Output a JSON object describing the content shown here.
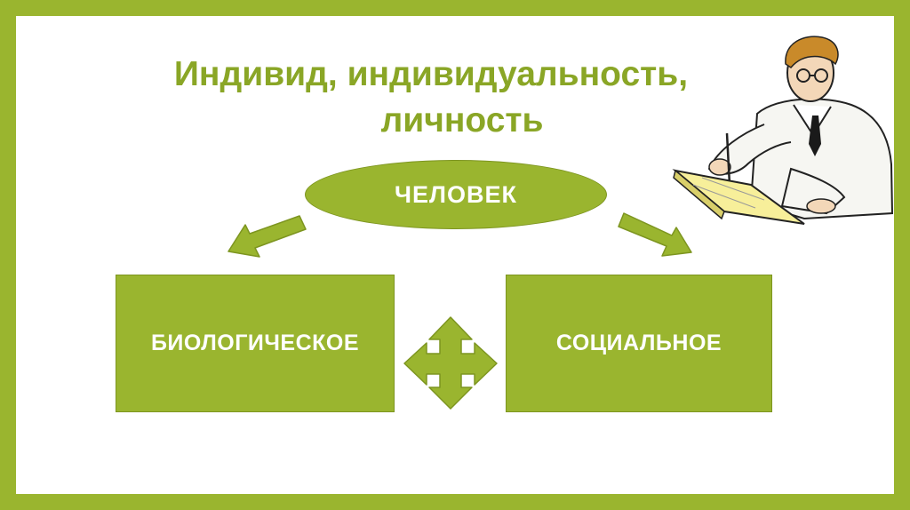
{
  "slide": {
    "title_line1": "Индивид, индивидуальность,",
    "title_line2": "личность"
  },
  "diagram": {
    "center_label": "ЧЕЛОВЕК",
    "left_label": "БИОЛОГИЧЕСКОЕ",
    "right_label": "СОЦИАЛЬНОЕ"
  },
  "colors": {
    "accent": "#9ab52f",
    "title": "#8aa626",
    "text_on_accent": "#ffffff"
  },
  "icons": {
    "left_arrow": "arrow-down-left-icon",
    "right_arrow": "arrow-down-right-icon",
    "center_arrows": "four-way-arrow-icon",
    "illustration": "scientist-writing-illustration"
  }
}
